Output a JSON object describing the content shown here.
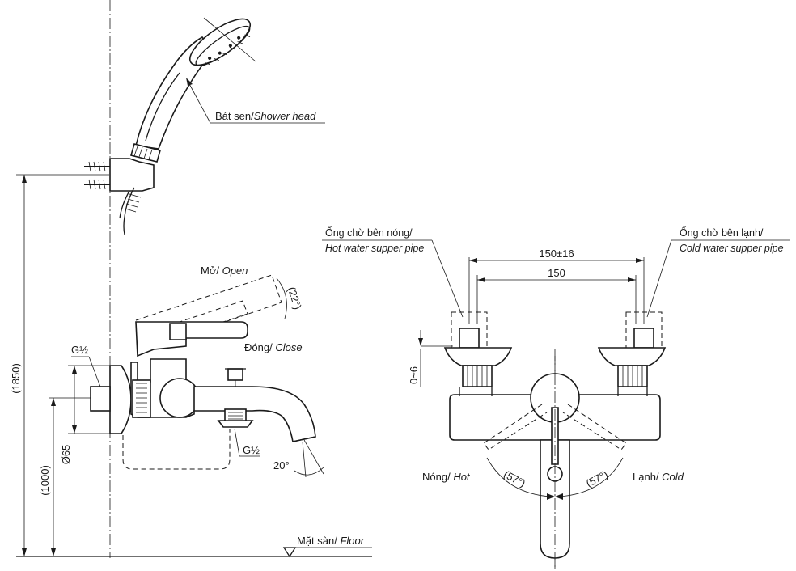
{
  "labels": {
    "shower_head_vi": "Bát sen/",
    "shower_head_en": "Shower head",
    "open_vi": "Mở/ ",
    "open_en": "Open",
    "close_vi": "Đóng/ ",
    "close_en": "Close",
    "floor_vi": "Mặt sàn/ ",
    "floor_en": "Floor",
    "hot_pipe_vi": "Ống chờ bên nóng/",
    "hot_pipe_en": "Hot water supper pipe",
    "cold_pipe_vi": "Ống chờ bên lạnh/",
    "cold_pipe_en": "Cold water supper pipe",
    "hot_vi": "Nóng/ ",
    "hot_en": "Hot",
    "cold_vi": "Lạnh/ ",
    "cold_en": "Cold"
  },
  "dimensions": {
    "height_total": "(1850)",
    "height_spout": "(1000)",
    "diameter": "Ø65",
    "thread_top": "G½",
    "thread_bottom": "G½",
    "angle_open": "(22°)",
    "angle_spout": "20°",
    "pipe_span_tol": "150±16",
    "pipe_span": "150",
    "offset": "0~6",
    "angle_hot": "(57°)",
    "angle_cold": "(57°)"
  },
  "colors": {
    "line": "#1a1a1a",
    "background": "#ffffff"
  }
}
